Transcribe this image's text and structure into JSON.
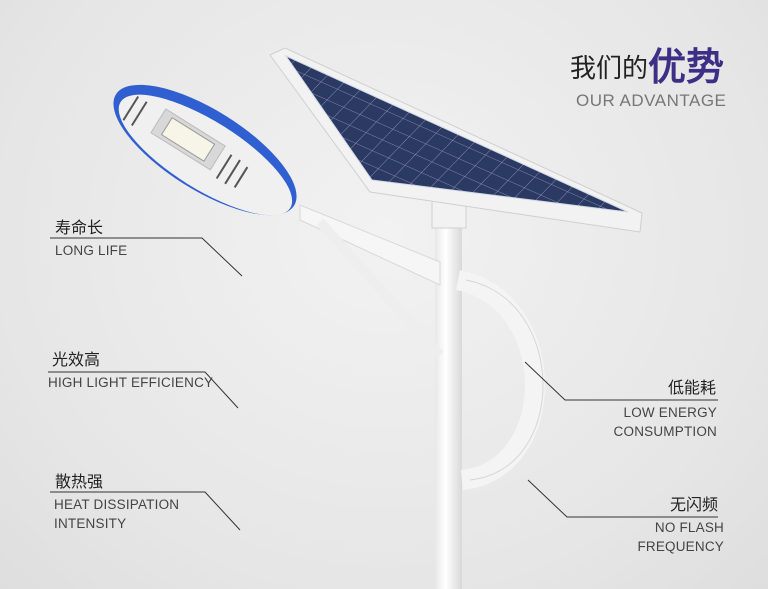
{
  "header": {
    "title_prefix": "我们的",
    "title_emphasis": "优势",
    "subtitle": "OUR ADVANTAGE"
  },
  "features_left": [
    {
      "cn": "寿命长",
      "en": [
        "LONG LIFE"
      ]
    },
    {
      "cn": "光效高",
      "en": [
        "HIGH LIGHT EFFICIENCY"
      ]
    },
    {
      "cn": "散热强",
      "en": [
        "HEAT DISSIPATION",
        "INTENSITY"
      ]
    }
  ],
  "features_right": [
    {
      "cn": "低能耗",
      "en": [
        "LOW ENERGY",
        "CONSUMPTION"
      ]
    },
    {
      "cn": "无闪频",
      "en": [
        "NO FLASH",
        "FREQUENCY"
      ]
    }
  ],
  "colors": {
    "accent": "#3c2f85",
    "panel": "#2a3558",
    "lamp_rim": "#2f5fd0"
  }
}
